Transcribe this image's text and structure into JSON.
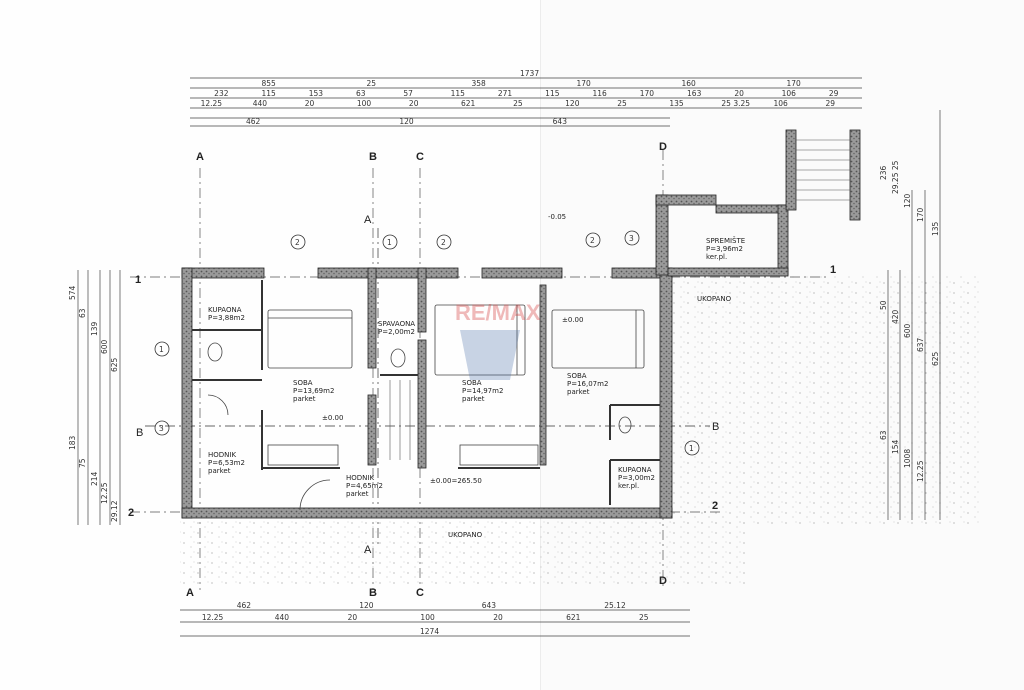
{
  "axes": {
    "a": "A",
    "b": "B",
    "c": "C",
    "d": "D",
    "one": "1",
    "two": "2",
    "sec_a": "A",
    "sec_b": "B"
  },
  "dims_top": {
    "r1": "1737",
    "r2": [
      "855",
      "25",
      "358",
      "170",
      "160",
      "170"
    ],
    "r3": [
      "232",
      "115",
      "153",
      "63",
      "57",
      "115",
      "271",
      "115",
      "116",
      "170",
      "163",
      "20",
      "106",
      "29"
    ],
    "r4": [
      "12.25",
      "440",
      "20",
      "100",
      "20",
      "621",
      "25",
      "120",
      "25",
      "135",
      "25 3.25",
      "106",
      "29"
    ],
    "r5": [
      "462",
      "120",
      "643"
    ]
  },
  "dims_bottom": {
    "r1": [
      "462",
      "120",
      "643",
      "25.12"
    ],
    "r2": [
      "12.25",
      "440",
      "20",
      "100",
      "20",
      "621",
      "25"
    ],
    "r3": "1274"
  },
  "dims_left": [
    "574",
    "63",
    "139",
    "600",
    "625",
    "183",
    "75",
    "214",
    "12.25",
    "29.12"
  ],
  "dims_right": [
    "236",
    "29.25 25",
    "120",
    "170",
    "135",
    "50",
    "420",
    "600",
    "637",
    "625",
    "63",
    "154",
    "1008",
    "12.25"
  ],
  "rooms": [
    {
      "name": "SOBA",
      "area": "P=13,69m2",
      "floor": "parket"
    },
    {
      "name": "SOBA",
      "area": "P=14,97m2",
      "floor": "parket"
    },
    {
      "name": "SOBA",
      "area": "P=16,07m2",
      "floor": "parket"
    },
    {
      "name": "HODNIK",
      "area": "P=6,53m2",
      "floor": "parket"
    },
    {
      "name": "HODNIK",
      "area": "P=4,65m2",
      "floor": "parket"
    },
    {
      "name": "KUPAONA",
      "area": "P=3,00m2",
      "floor": "ker.pl."
    },
    {
      "name": "SPREMIŠTE",
      "area": "P=3,96m2",
      "floor": "ker.pl."
    },
    {
      "name": "KUPAONA",
      "area": "P=3,88m2",
      "floor": ""
    },
    {
      "name": "SPAVAONA",
      "area": "P=2,00m2",
      "floor": ""
    }
  ],
  "labels": {
    "ukopano_right": "UKOPANO",
    "ukopano_bottom": "UKOPANO",
    "level": "±0.00",
    "level2": "±0.00=265.50",
    "level3": "±0.00",
    "level4": "-0.05",
    "watermark": "RE/MAX"
  },
  "window_marks": [
    "2",
    "1",
    "2",
    "2",
    "3",
    "1",
    "3",
    "1"
  ]
}
